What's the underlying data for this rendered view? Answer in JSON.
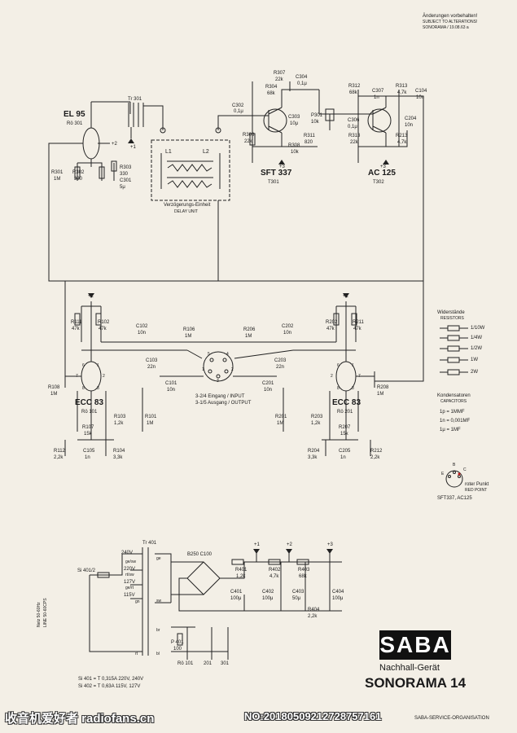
{
  "header": {
    "line1": "Änderungen vorbehalten!",
    "line2": "SUBJECT TO ALTERATIONS!",
    "line3": "SONORAMA / 19.08.63 a"
  },
  "top_section": {
    "el95": "EL 95",
    "ro301": "Rö 301",
    "tr301": "Tr 301",
    "plus1": "+1",
    "plus2": "+2",
    "r301": "R301",
    "r301_val": "1M",
    "r302": "R302",
    "r302_val": "330",
    "r303": "R303",
    "r303_val": "330",
    "c301": "C301",
    "c301_val": "5μ",
    "l1": "L1",
    "l2": "L2",
    "delay_de": "Verzögerungs-Einheit",
    "delay_en": "DELAY UNIT",
    "c302": "C302",
    "c302_val": "0,1μ",
    "r307": "R307",
    "r307_val": "22k",
    "c304": "C304",
    "c304_val": "0,1μ",
    "r304": "R304",
    "r304_val": "68k",
    "c303": "C303",
    "c303_val": "10μ",
    "r306": "R306",
    "r306_val": "22k",
    "r311": "R311",
    "r311_val": "820",
    "r308": "R308",
    "r308_val": "10k",
    "p301": "P301",
    "p301_val": "10k",
    "c306": "C306",
    "c306_val": "0,1μ",
    "sft337": "SFT 337",
    "t301": "T301",
    "plus3a": "+3",
    "r312": "R312",
    "r312_val": "68k",
    "c307": "C307",
    "c307_val": "1n",
    "r313": "R313",
    "r313_val": "4,7k",
    "c104": "C104",
    "c104_val": "10n",
    "r313b": "R313",
    "r313b_val": "22k",
    "c204": "C204",
    "c204_val": "10n",
    "r213": "R213",
    "r213_val": "4,7k",
    "ac125": "AC 125",
    "t302": "T302",
    "plus3b": "+3"
  },
  "mid_section": {
    "plus2_left": "+2",
    "plus2_right": "+2",
    "r111": "R111",
    "r111_val": "47k",
    "r102": "R102",
    "r102_val": "47k",
    "c102": "C102",
    "c102_val": "10n",
    "r106": "R106",
    "r106_val": "1M",
    "r206": "R206",
    "r206_val": "1M",
    "c202": "C202",
    "c202_val": "10n",
    "r202": "R202",
    "r202_val": "47k",
    "r211": "R211",
    "r211_val": "47k",
    "c103": "C103",
    "c103_val": "22n",
    "c203": "C203",
    "c203_val": "22n",
    "c101": "C101",
    "c101_val": "10n",
    "c201": "C201",
    "c201_val": "10n",
    "r108": "R108",
    "r108_val": "1M",
    "r208": "R208",
    "r208_val": "1M",
    "ecc83_left": "ECC 83",
    "ro101": "Rö 101",
    "ecc83_right": "ECC 83",
    "ro201": "Rö 201",
    "din_line1": "3-2/4 Eingang / INPUT",
    "din_line2": "3-1/5 Ausgang / OUTPUT",
    "r103": "R103",
    "r103_val": "1,2k",
    "r101": "R101",
    "r101_val": "1M",
    "r201": "R201",
    "r201_val": "1M",
    "r203": "R203",
    "r203_val": "1,2k",
    "r107": "R107",
    "r107_val": "15k",
    "c105": "C105",
    "c105_val": "1n",
    "r104": "R104",
    "r104_val": "3,3k",
    "r112": "R112",
    "r112_val": "2,2k",
    "r207": "R207",
    "r207_val": "15k",
    "r204": "R204",
    "r204_val": "3,3k",
    "c205": "C205",
    "c205_val": "1n",
    "r212": "R212",
    "r212_val": "2,2k",
    "pin_numbers": [
      "6",
      "1",
      "7",
      "2",
      "8",
      "3",
      "6",
      "1",
      "7",
      "8",
      "2",
      "3",
      "5",
      "4",
      "1",
      "2",
      "3"
    ]
  },
  "legend": {
    "widerstaende": "Widerstände",
    "resistors": "RESISTORS",
    "r_items": [
      "1/10W",
      "1/4W",
      "1/2W",
      "1W",
      "2W"
    ],
    "kondensatoren": "Kondensatoren",
    "capacitors": "CAPACITORS",
    "c_items": [
      "1p = 1MMF",
      "1n = 0,001MF",
      "1μ = 1MF"
    ],
    "pins": [
      "E",
      "B",
      "C"
    ],
    "red_de": "roter Punkt",
    "red_en": "RED POINT",
    "transistors": "SFT337, AC125"
  },
  "power_section": {
    "si4012": "Si 401/2",
    "v240": "240V",
    "tr401": "Tr 401",
    "ge_sw": "ge/sw",
    "v220": "220V",
    "rt_sw": "rt/sw",
    "v127": "127V",
    "ge_rt": "ge/rt",
    "v115": "115V",
    "gn": "gn",
    "ge": "ge",
    "sw": "sw",
    "br": "br",
    "bl": "bl",
    "rt": "rt",
    "netz_de": "Netz 50-60Hz",
    "netz_en": "LINE 50-60CPS",
    "bridge": "B250 C100",
    "plus1": "+1",
    "plus2": "+2",
    "plus3": "+3",
    "r401": "R401",
    "r401_val": "1,2k",
    "r402": "R402",
    "r402_val": "4,7k",
    "r403": "R403",
    "r403_val": "68k",
    "c401": "C401",
    "c401_val": "100μ",
    "c402": "C402",
    "c402_val": "100μ",
    "c403": "C403",
    "c403_val": "50μ",
    "c404": "C404",
    "c404_val": "100μ",
    "r404": "R404",
    "r404_val": "2,2k",
    "p401": "P 401",
    "p401_val": "100",
    "ro_labels": [
      "Rö 101",
      "201",
      "301"
    ],
    "fuse1": "Si 401 = T 0,315A   220V, 240V",
    "fuse2": "Si 402 = T 0,63A    115V, 127V"
  },
  "title_block": {
    "logo": "SABA",
    "subtitle": "Nachhall-Gerät",
    "title": "SONORAMA 14"
  },
  "footer": {
    "watermark": "收音机爱好者 radiofans.cn",
    "number": "NO:20180509212728757161",
    "org": "SABA-SERVICE-ORGANISATION"
  }
}
